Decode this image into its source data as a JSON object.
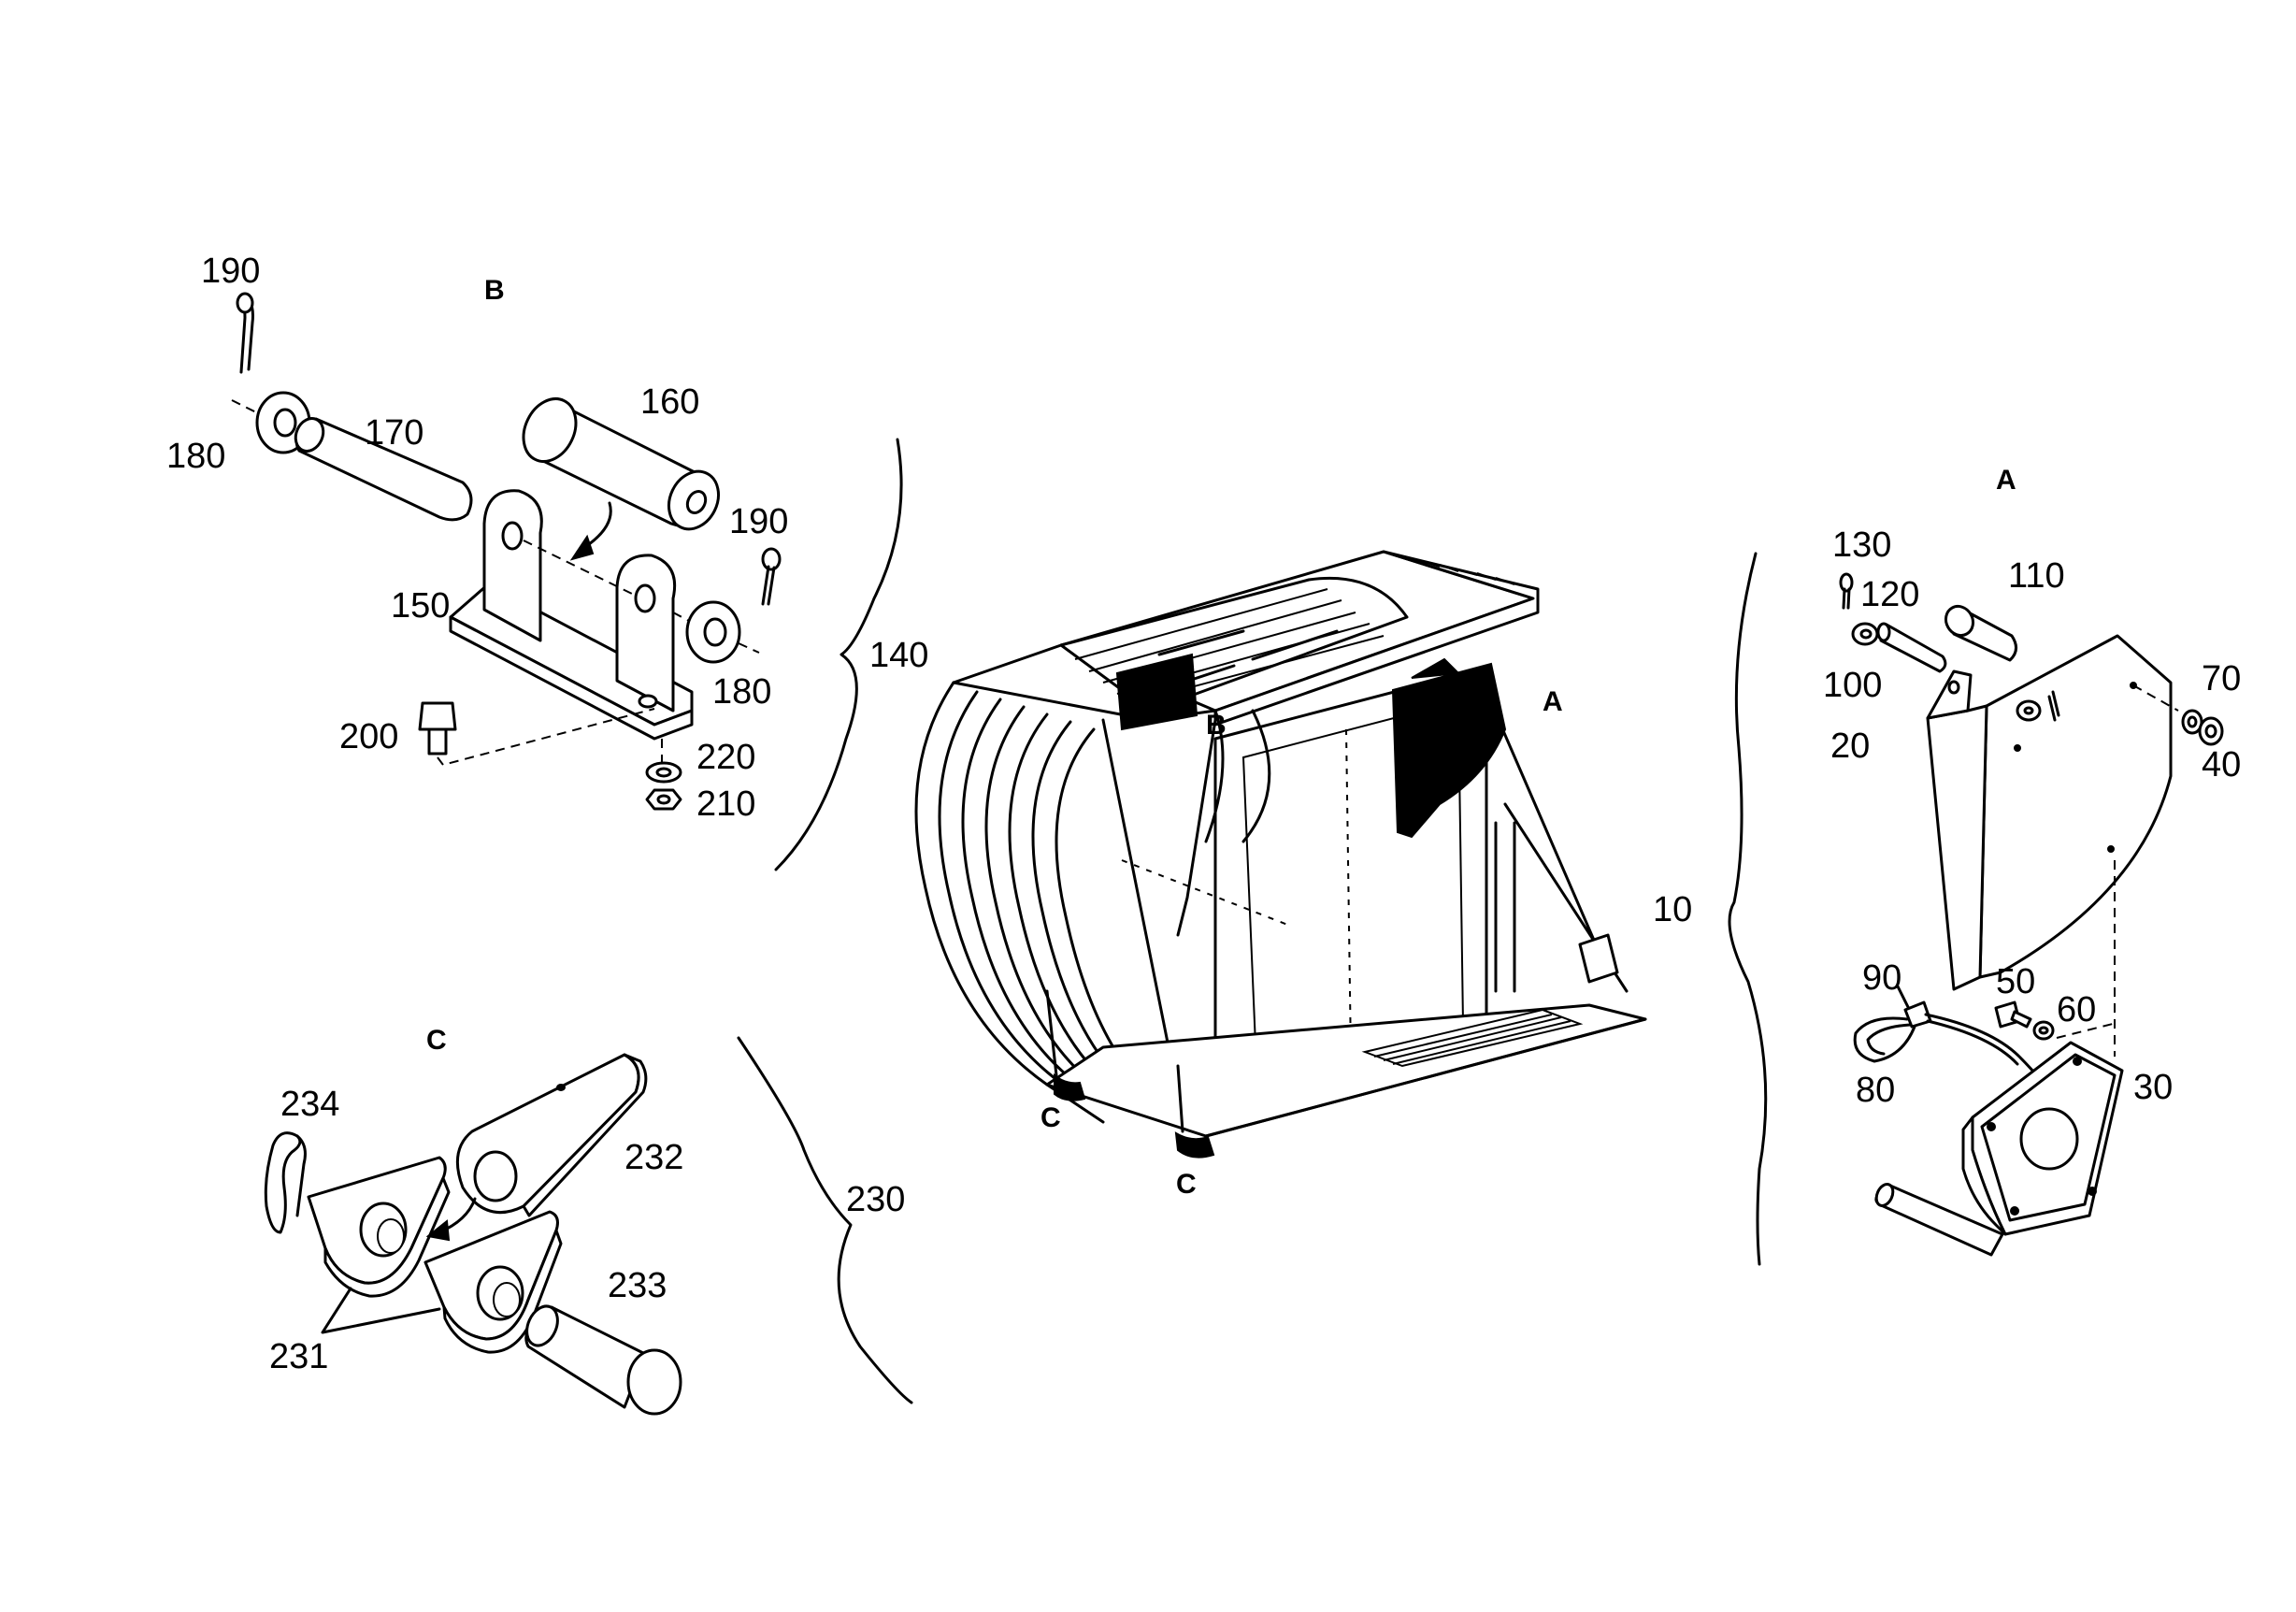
{
  "sections": {
    "a": "A",
    "b": "B",
    "c": "C"
  },
  "callouts": {
    "p10": "10",
    "p20": "20",
    "p30": "30",
    "p40": "40",
    "p50": "50",
    "p60": "60",
    "p70": "70",
    "p80": "80",
    "p90": "90",
    "p100": "100",
    "p110": "110",
    "p120": "120",
    "p130": "130",
    "p140": "140",
    "p150": "150",
    "p160": "160",
    "p170": "170",
    "p180": "180",
    "p190": "190",
    "p200": "200",
    "p210": "210",
    "p220": "220",
    "p230": "230",
    "p231": "231",
    "p232": "232",
    "p233": "233",
    "p234": "234"
  }
}
